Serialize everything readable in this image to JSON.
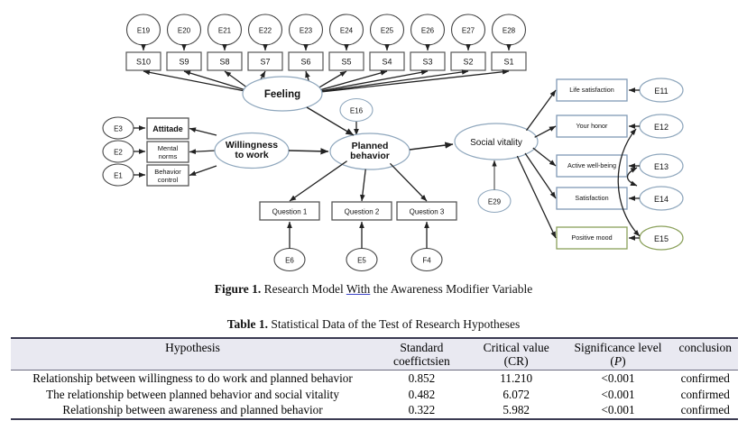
{
  "figure": {
    "error_terms_top": [
      "E19",
      "E20",
      "E21",
      "E22",
      "E23",
      "E24",
      "E25",
      "E26",
      "E27",
      "E28"
    ],
    "indicators_top": [
      "S10",
      "S9",
      "S8",
      "S7",
      "S6",
      "S5",
      "S4",
      "S3",
      "S2",
      "S1"
    ],
    "latent_feeling": "Feeling",
    "latent_willingness": "Willingness\nto work",
    "latent_willingness_l1": "Willingness",
    "latent_willingness_l2": "to work",
    "latent_planned": "Planned\nbehavior",
    "latent_planned_l1": "Planned",
    "latent_planned_l2": "behavior",
    "latent_social": "Social  vitality",
    "error_e16": "E16",
    "error_e29": "E29",
    "left_errors": [
      "E3",
      "E2",
      "E1"
    ],
    "left_boxes_l1": [
      "Attitade",
      "Mental",
      "Behavior"
    ],
    "left_boxes_l2": [
      "",
      "norms",
      "control"
    ],
    "questions": [
      "Question 1",
      "Question 2",
      "Question 3"
    ],
    "question_errors": [
      "E6",
      "E5",
      "F4"
    ],
    "outcomes": [
      "Life satisfaction",
      "Your honor",
      "Active well-being",
      "Satisfaction",
      "Positive mood"
    ],
    "outcome_errors": [
      "E11",
      "E12",
      "E13",
      "E14",
      "E15"
    ],
    "colors": {
      "ellipse_stroke": "#8fa7bd",
      "box_stroke": "#6b6b6b",
      "outcome_box_stroke": "#8099b5",
      "green_stroke": "#8aa05a",
      "arrow": "#222222"
    }
  },
  "figure_caption": {
    "label": "Figure 1.",
    "text_before": " Research Model ",
    "spellchecked_word": "With",
    "text_after": " the Awareness Modifier Variable"
  },
  "table_caption": {
    "label": "Table 1.",
    "text": " Statistical Data of the Test of Research Hypotheses"
  },
  "table": {
    "headers": [
      {
        "line1": "Hypothesis",
        "line2": ""
      },
      {
        "line1": "Standard",
        "line2": "coeffictsien"
      },
      {
        "line1": "Critical value",
        "line2": "(CR)"
      },
      {
        "line1": "Significance level",
        "line2": "(P)"
      },
      {
        "line1": "conclusion",
        "line2": ""
      }
    ],
    "rows": [
      {
        "hypothesis": "Relationship between willingness to do work and planned behavior",
        "standard_coefficient": "0.852",
        "critical_value": "11.210",
        "significance": "<0.001",
        "conclusion": "confirmed"
      },
      {
        "hypothesis": "The relationship between planned behavior and social vitality",
        "standard_coefficient": "0.482",
        "critical_value": "6.072",
        "significance": "<0.001",
        "conclusion": "confirmed"
      },
      {
        "hypothesis": "Relationship between awareness and planned behavior",
        "standard_coefficient": "0.322",
        "critical_value": "5.982",
        "significance": "<0.001",
        "conclusion": "confirmed"
      }
    ]
  }
}
